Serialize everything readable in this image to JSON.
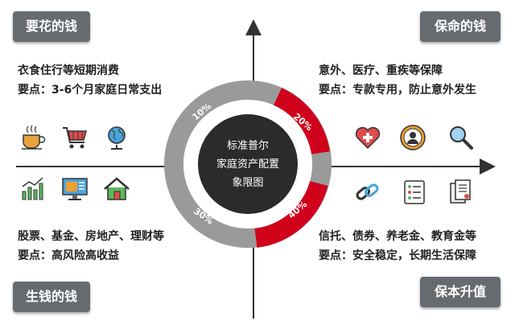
{
  "center": {
    "line1": "标准普尔",
    "line2": "家庭资产配置",
    "line3": "象限图"
  },
  "ring_segments": [
    {
      "label": "10%",
      "color": "#9a9a9a"
    },
    {
      "label": "20%",
      "color": "#d0021b"
    },
    {
      "label": "30%",
      "color": "#9a9a9a"
    },
    {
      "label": "40%",
      "color": "#d0021b"
    }
  ],
  "quadrants": {
    "top_left": {
      "title": "要花的钱",
      "desc1": "衣食住行等短期消费",
      "desc2": "要点：3-6个月家庭日常支出",
      "icons": [
        "coffee-cup-icon",
        "shopping-cart-icon",
        "globe-icon"
      ]
    },
    "top_right": {
      "title": "保命的钱",
      "desc1": "意外、医疗、重疾等保障",
      "desc2": "要点：专款专用，防止意外发生",
      "icons": [
        "heart-cross-icon",
        "user-badge-icon",
        "magnifier-icon"
      ]
    },
    "bottom_left": {
      "title": "生钱的钱",
      "desc1": "股票、基金、房地产、理财等",
      "desc2": "要点：高风险高收益",
      "icons": [
        "bar-chart-icon",
        "monitor-icon",
        "house-icon"
      ]
    },
    "bottom_right": {
      "title": "保本升值",
      "desc1": "信托、债券、养老金、教育金等",
      "desc2": "要点：安全稳定，长期生活保障",
      "icons": [
        "chain-link-icon",
        "checklist-icon",
        "documents-icon"
      ]
    }
  },
  "colors": {
    "label_bg": "#666b70",
    "ring_gray": "#9a9a9a",
    "ring_red": "#d0021b",
    "center_fill": "#2b2b2b",
    "axis": "#333333"
  }
}
